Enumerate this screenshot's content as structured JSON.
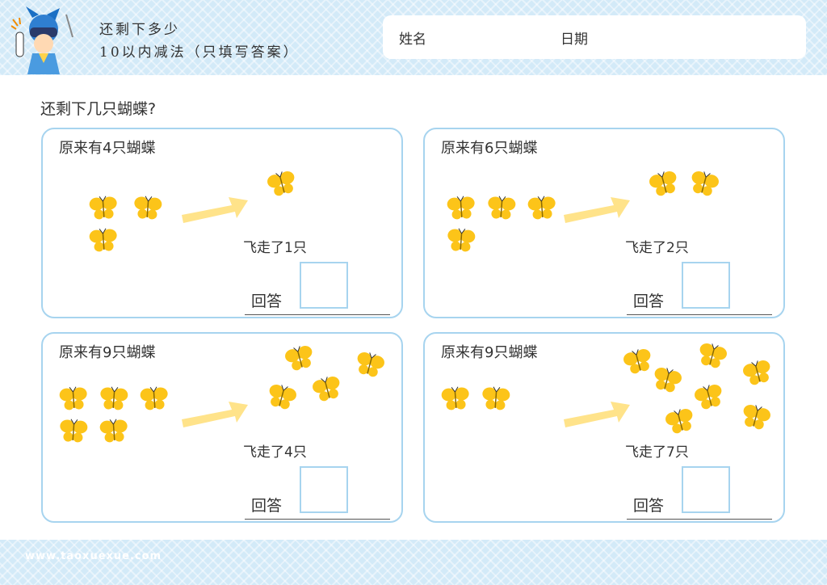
{
  "header": {
    "title_line1": "还剩下多少",
    "title_line2": "10以内减法（只填写答案）",
    "name_label": "姓名",
    "date_label": "日期"
  },
  "question": "还剩下几只蝴蝶?",
  "cards": [
    {
      "original": 4,
      "flew": 1,
      "title": "原来有4只蝴蝶",
      "fly_text": "飞走了1只",
      "answer_label": "回答"
    },
    {
      "original": 6,
      "flew": 2,
      "title": "原来有6只蝴蝶",
      "fly_text": "飞走了2只",
      "answer_label": "回答"
    },
    {
      "original": 9,
      "flew": 4,
      "title": "原来有9只蝴蝶",
      "fly_text": "飞走了4只",
      "answer_label": "回答"
    },
    {
      "original": 9,
      "flew": 7,
      "title": "原来有9只蝴蝶",
      "fly_text": "飞走了7只",
      "answer_label": "回答"
    }
  ],
  "footer": "www.taoxuexue.com",
  "colors": {
    "band": "#d3eaf8",
    "card_border": "#a7d4ef",
    "butterfly": "#fcc419",
    "arrow": "#ffe38a"
  }
}
